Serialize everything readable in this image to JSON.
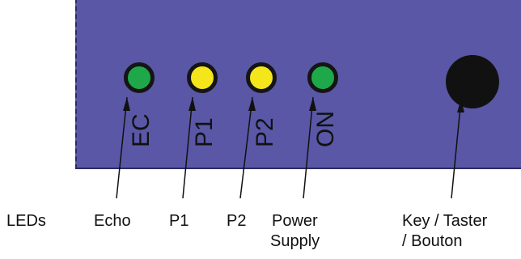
{
  "panel": {
    "led_codes": [
      "EC",
      "P1",
      "P2",
      "ON"
    ],
    "led_colors": {
      "EC": "#1fa84a",
      "P1": "#f5e61c",
      "P2": "#f5e61c",
      "ON": "#1fa84a"
    },
    "background": "#5a57a6"
  },
  "labels": {
    "leds": "LEDs",
    "echo": "Echo",
    "p1": "P1",
    "p2": "P2",
    "power_line1": "Power",
    "power_line2": "Supply",
    "key_line1": "Key / Taster",
    "key_line2": "/ Bouton"
  }
}
